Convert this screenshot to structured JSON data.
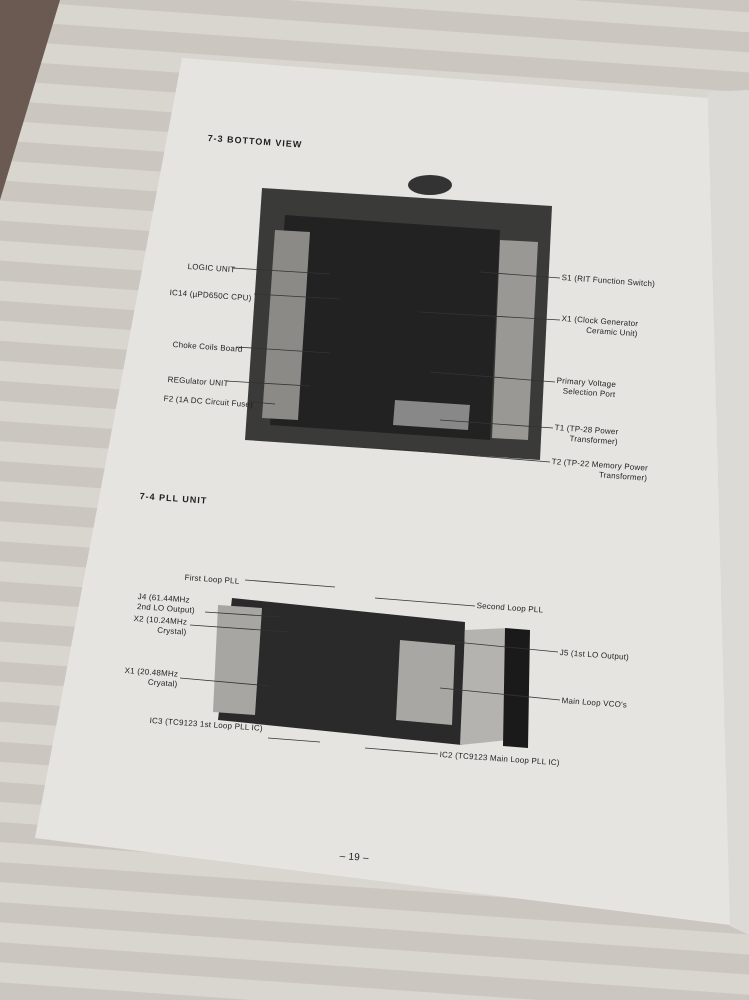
{
  "section_bottom": {
    "heading": "7-3   BOTTOM VIEW",
    "labels_left": [
      "LOGIC UNIT",
      "IC14 (µPD650C CPU)",
      "Choke Coils Board",
      "REGulator UNIT",
      "F2 (1A DC Circuit Fuse)"
    ],
    "labels_right": [
      {
        "line1": "S1 (RIT Function Switch)",
        "line2": ""
      },
      {
        "line1": "X1 (Clock Generator",
        "line2": "Ceramic Unit)"
      },
      {
        "line1": "Primary Voltage",
        "line2": "Selection Port"
      },
      {
        "line1": "T1 (TP-28 Power",
        "line2": "Transformer)"
      },
      {
        "line1": "T2 (TP-22 Memory Power",
        "line2": "Transformer)"
      }
    ]
  },
  "section_pll": {
    "heading": "7-4   PLL UNIT",
    "labels_left": [
      {
        "line1": "First Loop PLL",
        "line2": ""
      },
      {
        "line1": "J4 (61.44MHz",
        "line2": "2nd LO Output)"
      },
      {
        "line1": "X2 (10.24MHz",
        "line2": "Crystal)"
      },
      {
        "line1": "X1 (20.48MHz",
        "line2": "Cryatal)"
      },
      {
        "line1": "IC3 (TC9123 1st Loop PLL IC)",
        "line2": ""
      }
    ],
    "labels_right": [
      "Second Loop PLL",
      "J5 (1st LO Output)",
      "Main Loop VCO's",
      "IC2 (TC9123 Main Loop PLL IC)"
    ]
  },
  "page_number": "– 19 –",
  "colors": {
    "paper": "#e6e4e1",
    "background": "#bdb8b0",
    "ink": "#1e1e1e",
    "photo": "#2a2a2a"
  }
}
